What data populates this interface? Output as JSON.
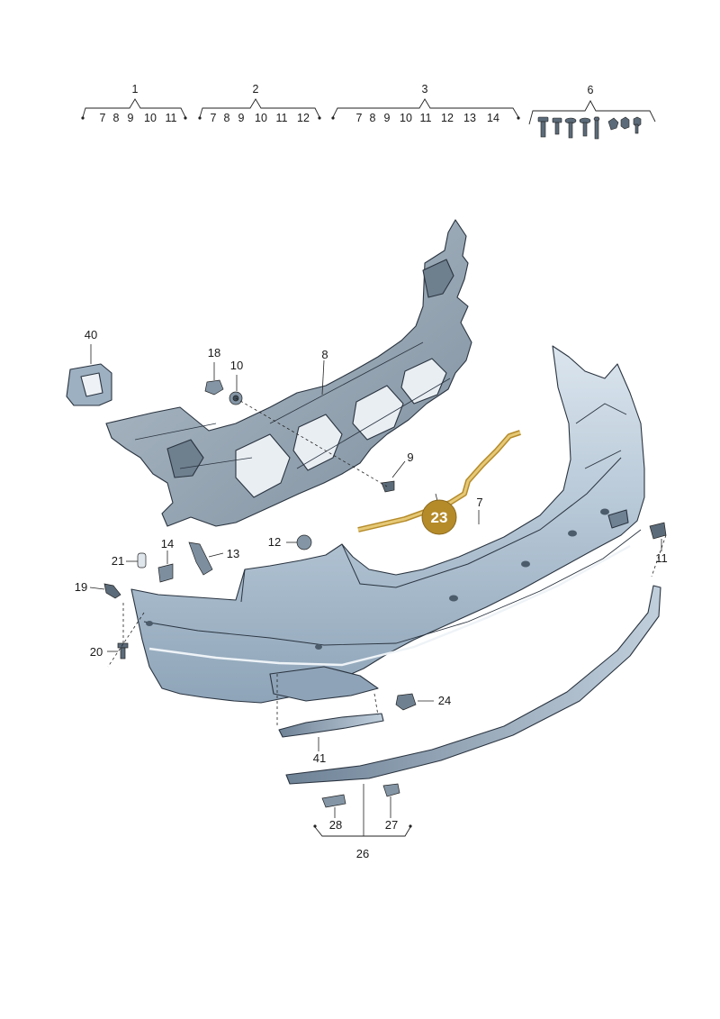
{
  "groups": [
    {
      "id": "1",
      "items": [
        "7",
        "8",
        "9",
        "10",
        "11"
      ]
    },
    {
      "id": "2",
      "items": [
        "7",
        "8",
        "9",
        "10",
        "11",
        "12"
      ]
    },
    {
      "id": "3",
      "items": [
        "7",
        "8",
        "9",
        "10",
        "11",
        "12",
        "13",
        "14"
      ]
    },
    {
      "id": "6",
      "items": []
    }
  ],
  "labels": {
    "p40": "40",
    "p18": "18",
    "p10": "10",
    "p8": "8",
    "p9": "9",
    "p7": "7",
    "p23": "23",
    "p12": "12",
    "p14": "14",
    "p21": "21",
    "p13": "13",
    "p19": "19",
    "p20": "20",
    "p11": "11",
    "p24": "24",
    "p41": "41",
    "p28": "28",
    "p27": "27",
    "p26": "26"
  },
  "colors": {
    "bumper_light": "#cfdbe6",
    "bumper_mid": "#a9bccd",
    "bumper_dark": "#7d93a8",
    "carrier": "#8a9aa8",
    "highlight": "#c9a24a",
    "callout": "#b58b2a"
  },
  "icons": [
    "screw-icon",
    "clip-icon",
    "nut-icon",
    "rivet-icon"
  ]
}
